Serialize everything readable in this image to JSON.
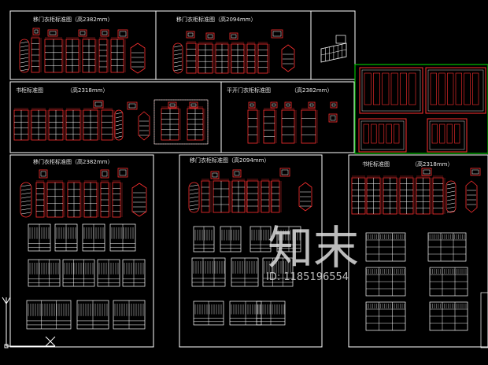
{
  "titles": {
    "p1": "移门衣柜标准图（高2382mm）",
    "p2": "移门衣柜标准图（高2094mm）",
    "p4": "书柜标准图",
    "p4h": "（高2318mm）",
    "p5": "平开门衣柜标准图",
    "p5h": "（高2382mm）",
    "p6": "移门衣柜标准图（高2382mm）",
    "p7": "移门衣柜标准图（高2094mm）",
    "p8": "书柜标准图",
    "p8h": "（高2318mm）"
  },
  "watermark": {
    "brand": "知末",
    "id": "ID: 1185196554"
  },
  "colors": {
    "frame": "#ffffff",
    "cabinet": "#ff3030",
    "detail": "#ffffff",
    "highlight": "#00c000",
    "background": "#000000"
  }
}
